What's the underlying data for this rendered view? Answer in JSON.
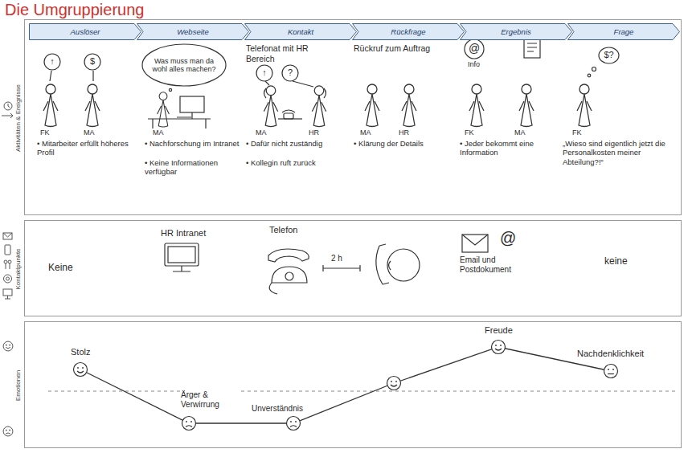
{
  "diagram": {
    "title": "Die Umgruppierung",
    "nodes": [
      {
        "text": [
          "Aktivitäten & Ereignisse"
        ]
      },
      {
        "text": [
          "Auslöser"
        ],
        "in": 0
      },
      {
        "text": [
          "Webseite"
        ],
        "in": 0
      },
      {
        "text": [
          "Kontakt"
        ],
        "in": 0
      },
      {
        "text": [
          "Rückfrage"
        ],
        "in": 0
      },
      {
        "text": [
          "Ergebnis"
        ],
        "in": 0
      },
      {
        "text": [
          "Frage"
        ],
        "in": 0
      },
      {
        "text": [
          "↑"
        ],
        "in": 0
      },
      {
        "text": [
          "$"
        ],
        "in": 0
      },
      {
        "text": [
          "Was muss man da wohl alles machen?"
        ],
        "in": 0
      },
      {
        "text": [
          "↑"
        ],
        "in": 0
      },
      {
        "text": [
          "?"
        ],
        "in": 0
      },
      {
        "text": [
          "$?"
        ],
        "in": 0
      },
      {
        "text": [
          "Kontaktpunkte"
        ]
      },
      {
        "text": [
          "Emotionen"
        ]
      }
    ],
    "labels": [
      "FK",
      "MA",
      "• Mitarbeiter erfüllt höheres Profil",
      "MA",
      "• Nachforschung im Intranet",
      "• Keine Informationen verfügbar",
      "Telefonat mit HR Bereich",
      "MA",
      "HR",
      "• Dafür nicht zuständig",
      "• Kollegin ruft zurück",
      "Rückruf zum Auftrag",
      "MA",
      "HR",
      "• Klärung der Details",
      "@",
      "Info",
      "FK",
      "MA",
      "• Jeder bekommt eine Information",
      "FK",
      "„Wieso sind eigentlich jetzt die Personalkosten meiner Abteilung?!“",
      "Keine",
      "HR Intranet",
      "Telefon",
      "2 h",
      "@",
      "Email und Postdokument",
      "keine",
      "Stolz",
      "Ärger & Verwirrung",
      "Unverständnis",
      "Freude",
      "Nachdenklichkeit"
    ]
  }
}
